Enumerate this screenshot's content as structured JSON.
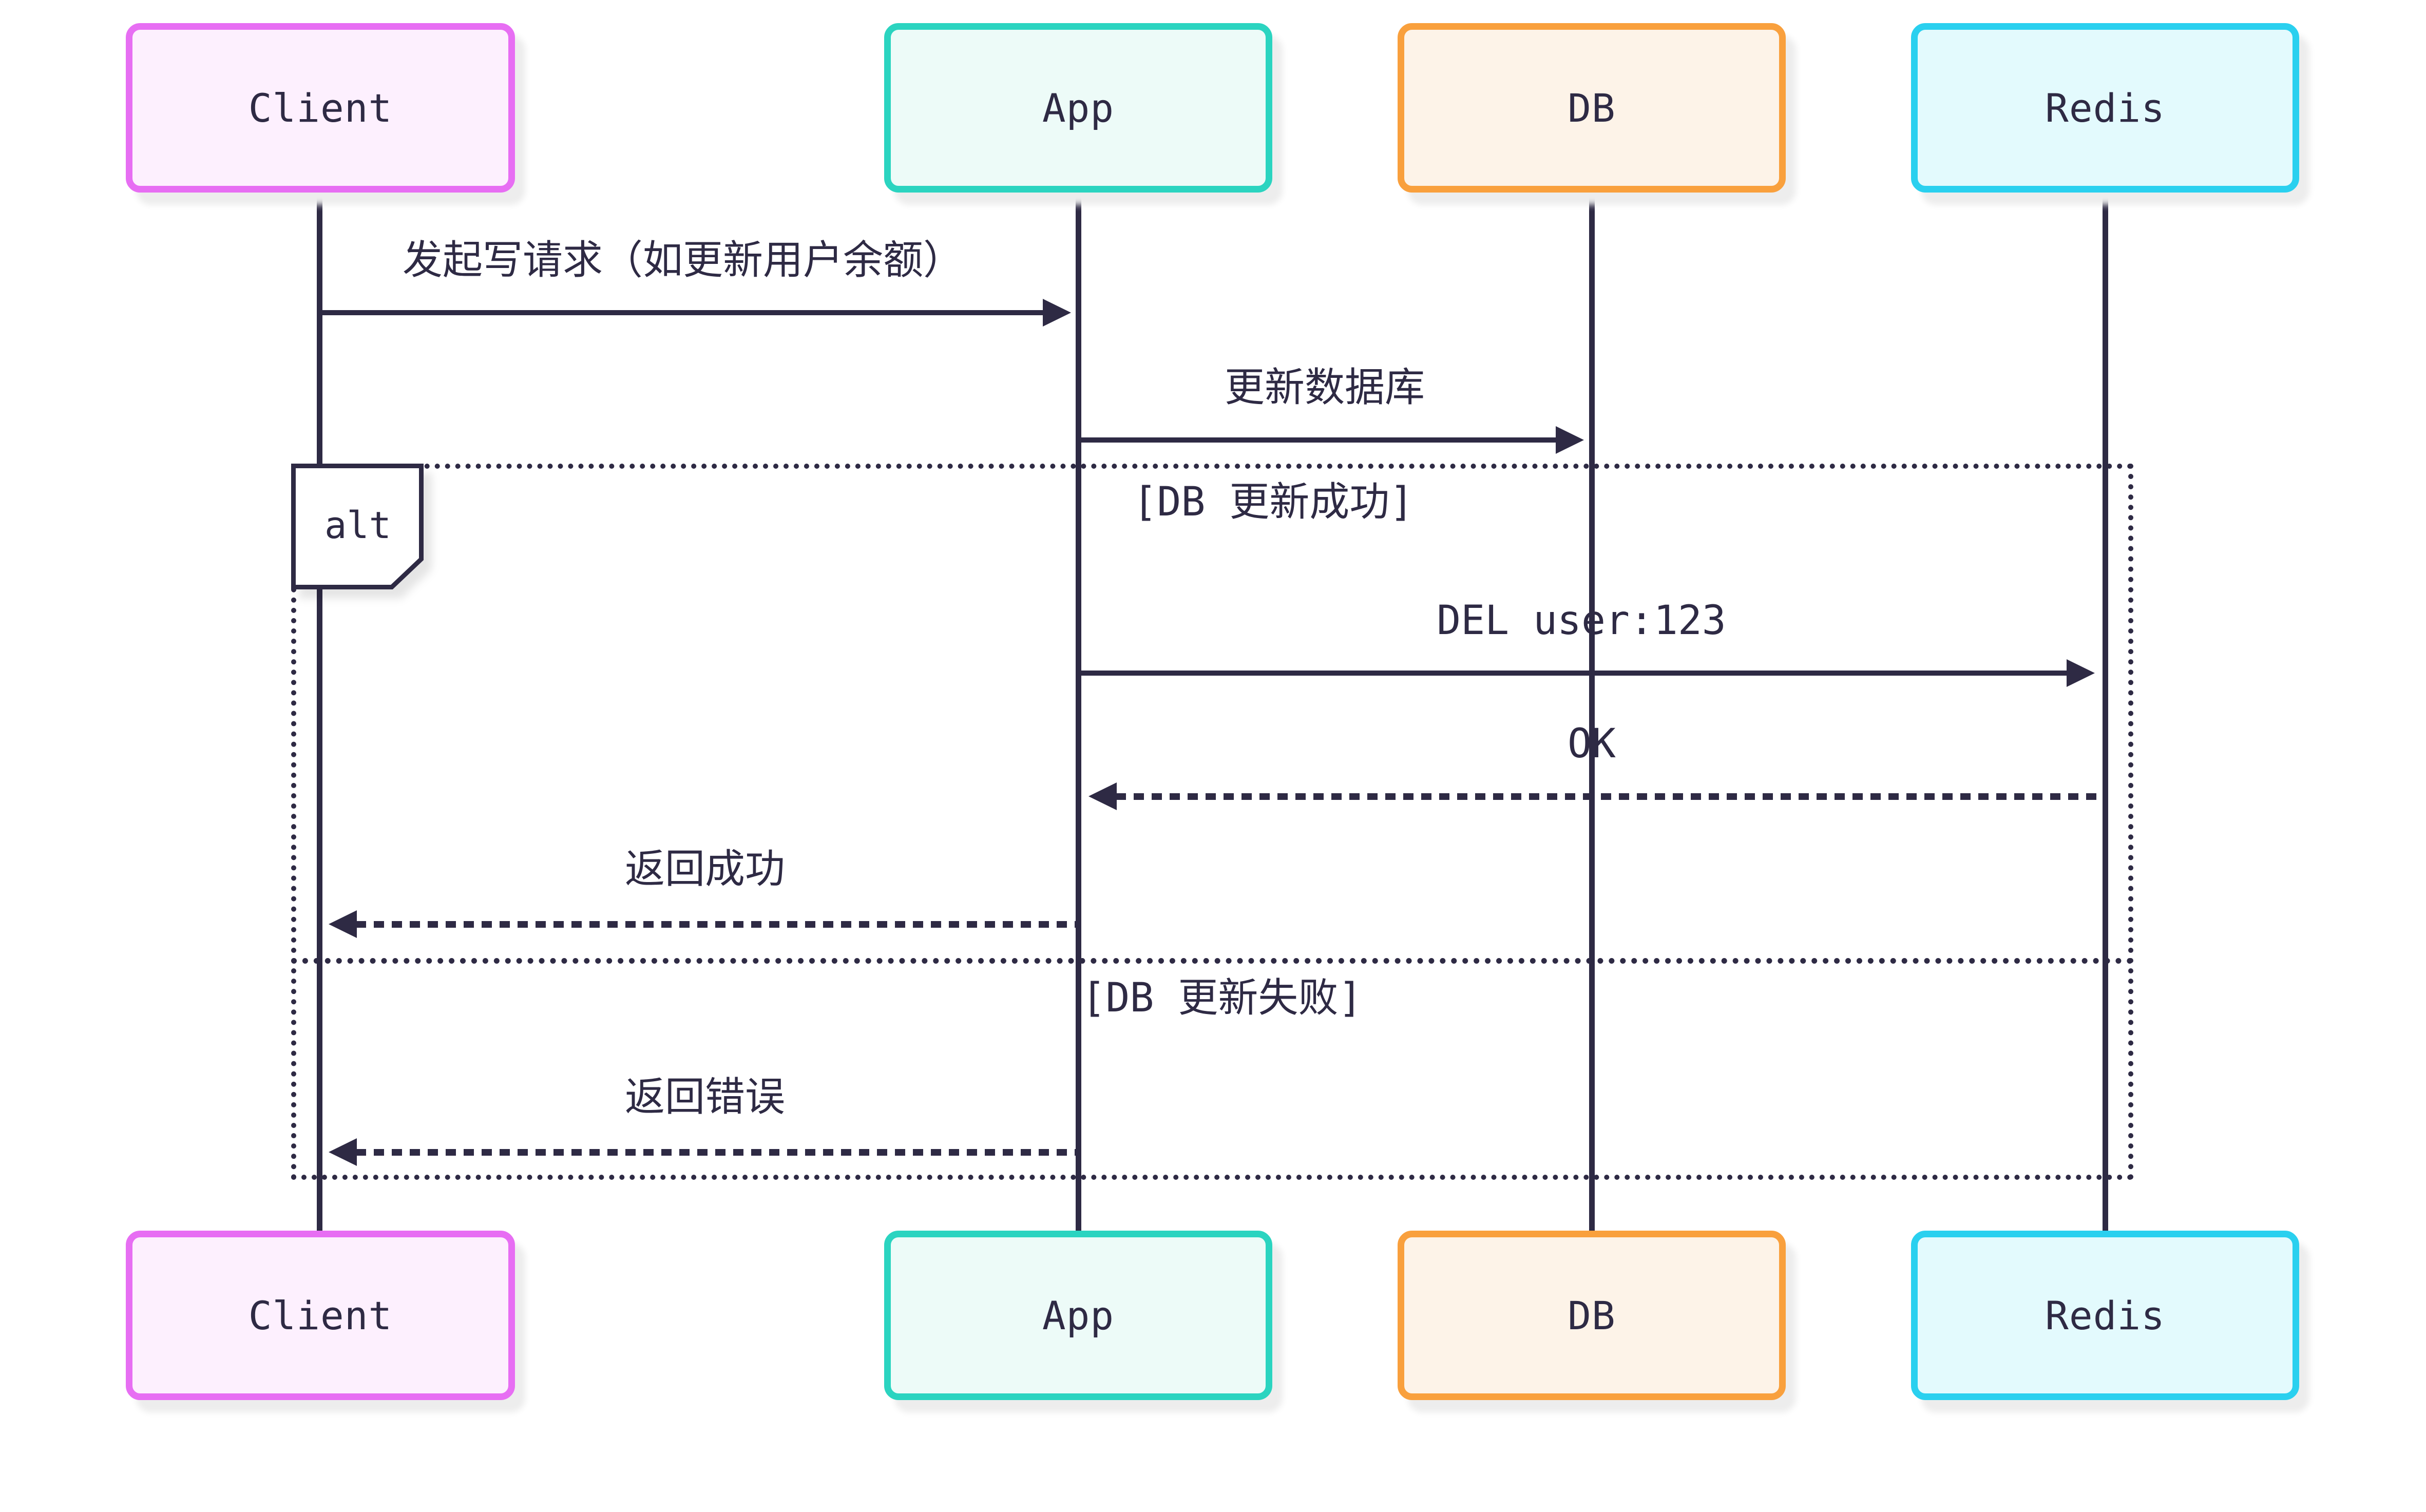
{
  "diagram": {
    "kind": "sequence-diagram",
    "background": "#ffffff",
    "line_color": "#2e2a44",
    "actors": [
      {
        "name": "Client",
        "border": "#e76ef3",
        "fill": "#fdf0fe"
      },
      {
        "name": "App",
        "border": "#2bd4c0",
        "fill": "#edfbf8"
      },
      {
        "name": "DB",
        "border": "#f9a03d",
        "fill": "#fdf3e8"
      },
      {
        "name": "Redis",
        "border": "#2ad0ef",
        "fill": "#e3fafd"
      }
    ],
    "messages": [
      {
        "from": "Client",
        "to": "App",
        "style": "solid",
        "text": "发起写请求（如更新用户余额）"
      },
      {
        "from": "App",
        "to": "DB",
        "style": "solid",
        "text": "更新数据库"
      },
      {
        "from": "App",
        "to": "Redis",
        "style": "solid",
        "text": "DEL user:123"
      },
      {
        "from": "Redis",
        "to": "App",
        "style": "dashed",
        "text": "OK"
      },
      {
        "from": "App",
        "to": "Client",
        "style": "dashed",
        "text": "返回成功"
      },
      {
        "from": "App",
        "to": "Client",
        "style": "dashed",
        "text": "返回错误"
      }
    ],
    "alt": {
      "label": "alt",
      "guard_success": "[DB 更新成功]",
      "guard_failure": "[DB 更新失败]"
    }
  }
}
